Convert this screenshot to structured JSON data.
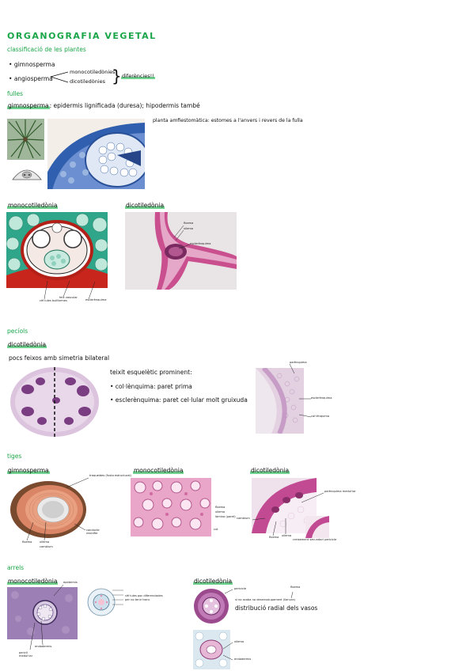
{
  "title": "ORGANOGRAFIA VEGETAL",
  "classification": {
    "heading": "classificació de les plantes",
    "gimno": "gimnosperma",
    "angio": "angiosperma",
    "mono": "monocotiledònies",
    "dico": "dicotiledònies",
    "diff": "diferències!!"
  },
  "fulles": {
    "heading": "fulles",
    "gimno_bold": "gimnosperma",
    "gimno_rest": ": epidermis lignificada (duresa); hipodermis també",
    "amfi": "planta amfiestomàtica: estomes a l'anvers i revers de la fulla",
    "mono": "monocotiledònia",
    "dico": "dicotiledònia",
    "mono_labels": [
      "cèl·lules buliformes",
      "feix vascular",
      "esclerènquima"
    ],
    "dico_labels": [
      "floema",
      "xilema",
      "esclerènquima"
    ]
  },
  "peciols": {
    "heading": "pecíols",
    "dico": "dicotiledònia",
    "feixos": "pocs feixos amb simetria bilateral",
    "teixit": "teixit esquelètic prominent:",
    "col": "• col·lènquima: paret prima",
    "escl": "• esclerènquima: paret cel·lular molt gruixuda",
    "img_labels": [
      "parènquima",
      "esclerènquima",
      "col·lènquima"
    ]
  },
  "tiges": {
    "heading": "tiges",
    "gimno": "gimnosperma",
    "mono": "monocotiledònia",
    "dico": "dicotiledònia",
    "gimno_labels": [
      "traqueides (fusta estructural)",
      "conducte resinífer",
      "floema",
      "xilema",
      "cambium"
    ],
    "mono_labels": [
      "floema",
      "xilema",
      "làmina (paret)",
      "cxt"
    ],
    "dico_labels": [
      "parènquima medul·lar",
      "cambium",
      "floema",
      "xilema",
      "creixement secundari pericicle"
    ]
  },
  "arrels": {
    "heading": "arrels",
    "mono": "monocotiledònia",
    "dico": "dicotiledònia",
    "mono_labels": [
      "epidermis",
      "endodermis",
      "periclí medul·lar"
    ],
    "small_labels": [
      "cèl·lules poc diferenciades",
      "per no tenir tronc"
    ],
    "dico_labels": [
      "pericicle",
      "floema",
      "xilema",
      "endodermis"
    ],
    "dico_note": "si no acaba no desenvolupament (llanura)",
    "distribucio": "distribució radial dels vasos"
  }
}
